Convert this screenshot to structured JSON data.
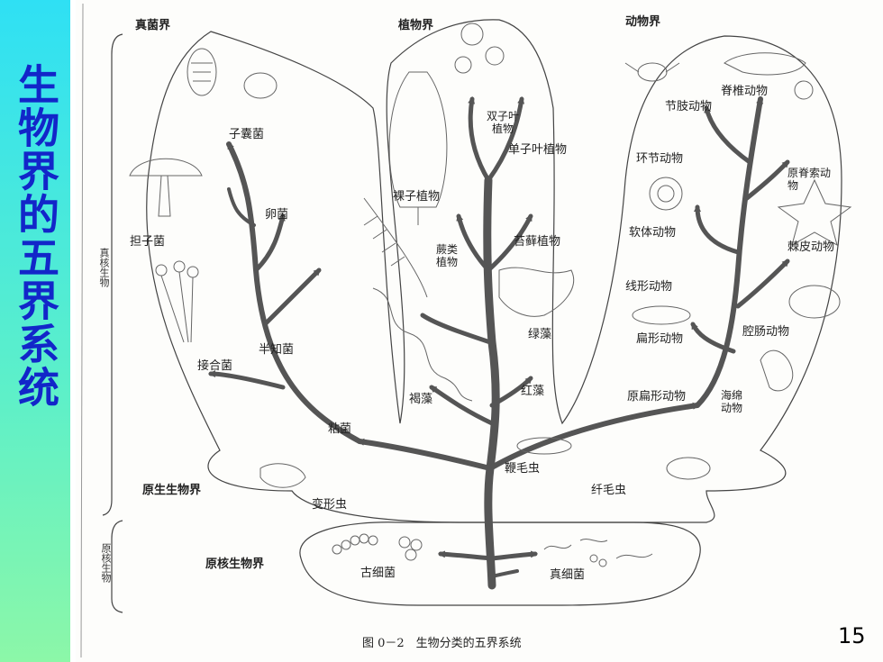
{
  "slide": {
    "title": "生物界的五界系统",
    "page_number": "15"
  },
  "figure": {
    "caption": "图 0－2　生物分类的五界系统",
    "kingdoms": {
      "fungi": "真菌界",
      "plants": "植物界",
      "animals": "动物界",
      "protista": "原生生物界",
      "monera": "原核生物界"
    },
    "side_labels": {
      "eukaryote": "真核生物",
      "prokaryote": "原核生物"
    },
    "fungi_groups": [
      "子囊菌",
      "卵菌",
      "担子菌",
      "半知菌",
      "接合菌",
      "粘菌"
    ],
    "plant_groups": [
      "双子叶植物",
      "单子叶植物",
      "裸子植物",
      "蕨类植物",
      "苔藓植物",
      "绿藻",
      "褐藻",
      "红藻"
    ],
    "animal_groups": [
      "脊椎动物",
      "节肢动物",
      "环节动物",
      "原脊索动物",
      "软体动物",
      "棘皮动物",
      "线形动物",
      "腔肠动物",
      "扁形动物",
      "原扁形动物",
      "海绵动物"
    ],
    "protista_groups": [
      "鞭毛虫",
      "纤毛虫",
      "变形虫"
    ],
    "monera_groups": [
      "古细菌",
      "真细菌"
    ]
  }
}
